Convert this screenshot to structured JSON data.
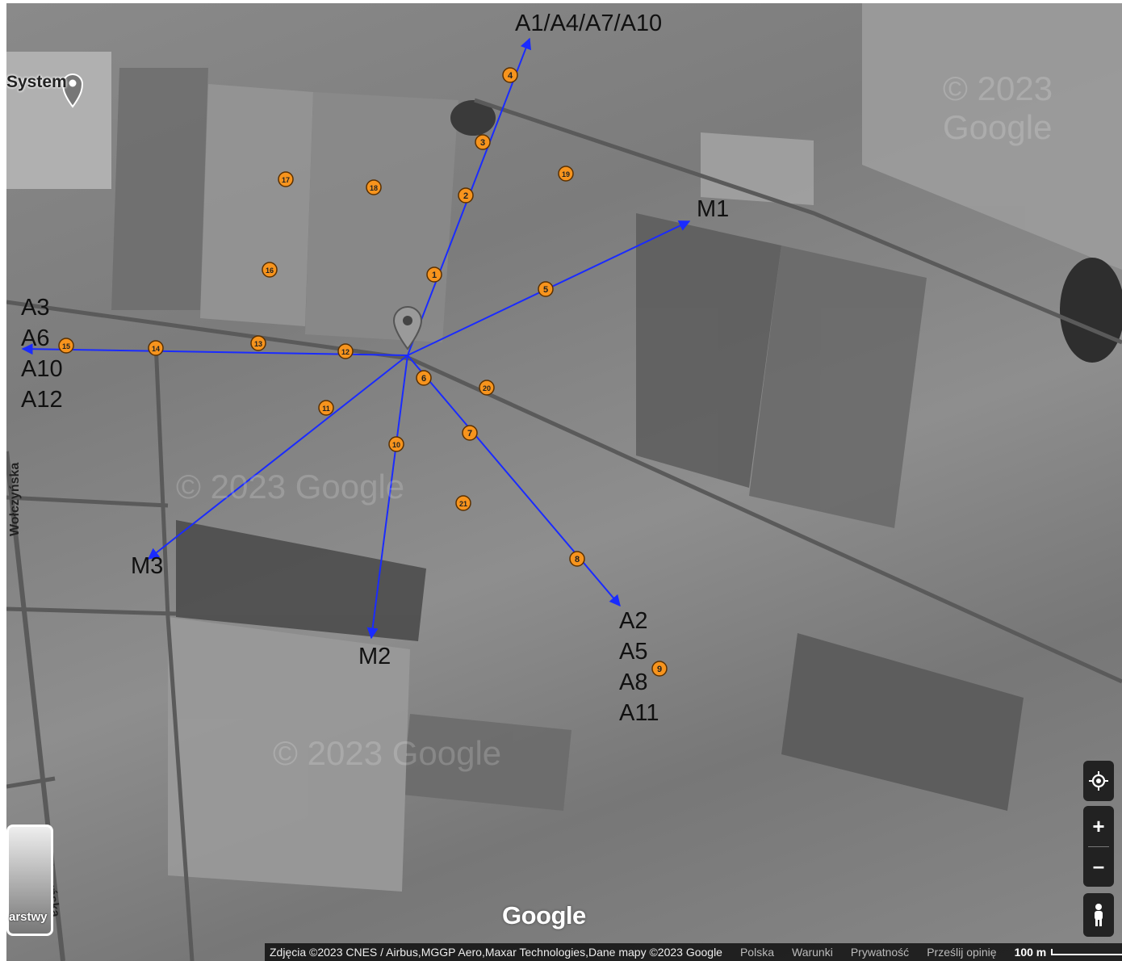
{
  "poi": {
    "label": "System"
  },
  "streets": [
    "Wołczyńska",
    "Wołczyńska"
  ],
  "watermarks": [
    "© 2023 Google",
    "© 2023 Google",
    "© 2023 Google"
  ],
  "direction_labels": {
    "north": "A1/A4/A7/A10",
    "west": [
      "A3",
      "A6",
      "A10",
      "A12"
    ],
    "southeast": [
      "A2",
      "A5",
      "A8",
      "A11"
    ],
    "m1": "M1",
    "m2": "M2",
    "m3": "M3"
  },
  "markers": [
    "1",
    "2",
    "3",
    "4",
    "5",
    "6",
    "7",
    "8",
    "9",
    "10",
    "11",
    "12",
    "13",
    "14",
    "15",
    "16",
    "17",
    "18",
    "19",
    "20",
    "21"
  ],
  "controls": {
    "locate_icon": "crosshair-icon",
    "zoom_in": "+",
    "zoom_out": "–",
    "pegman_icon": "pegman-icon",
    "layers_label": "arstwy"
  },
  "logo": "Google",
  "attribution": {
    "imagery": "Zdjęcia ©2023 CNES / Airbus,MGGP Aero,Maxar Technologies,Dane mapy ©2023 Google",
    "country": "Polska",
    "terms": "Warunki",
    "privacy": "Prywatność",
    "feedback": "Prześlij opinię",
    "scale": "100 m"
  },
  "colors": {
    "arrow": "#1a2bff",
    "marker_fill": "#f7941d",
    "marker_stroke": "#5a3000"
  }
}
